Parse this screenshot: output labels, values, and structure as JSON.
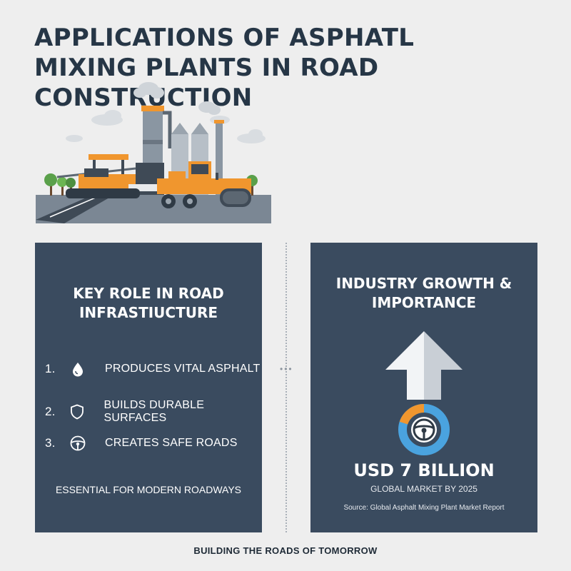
{
  "title": {
    "line1": "APPLICATIONS OF ASPHATL",
    "line2": "MIXING PLANTS IN ROAD CONSTRUCTION"
  },
  "illustration": {
    "icons": [
      "asphalt-plant-icon",
      "paver-icon",
      "road-roller-icon",
      "tree-icon",
      "cloud-icon",
      "smoke-icon"
    ]
  },
  "left_card": {
    "heading_line1": "KEY ROLE IN ROAD",
    "heading_line2": "INFRASTIUCTURE",
    "items": [
      {
        "number": "1.",
        "icon": "droplet-icon",
        "label": "PRODUCES VITAL ASPHALT"
      },
      {
        "number": "2.",
        "icon": "shield-icon",
        "label": "BUILDS DURABLE SURFACES"
      },
      {
        "number": "3.",
        "icon": "steering-wheel-icon",
        "label": "CREATES SAFE ROADS"
      }
    ],
    "note": "ESSENTIAL FOR MODERN ROADWAYS"
  },
  "right_card": {
    "heading_line1": "INDUSTRY GROWTH &",
    "heading_line2": "IMPORTANCE",
    "icons": [
      "up-arrow-icon",
      "steering-wheel-gauge-icon"
    ],
    "value": "USD 7 BILLION",
    "value_caption": "GLOBAL MARKET BY 2025",
    "source": "Source: Global Asphalt Mixing Plant Market Report"
  },
  "footer": "BUILDING THE ROADS OF TOMORROW",
  "colors": {
    "background": "#eeeeee",
    "card": "#3a4b5f",
    "title": "#263646",
    "accent_orange": "#f0962e",
    "accent_blue": "#4aa3df"
  }
}
